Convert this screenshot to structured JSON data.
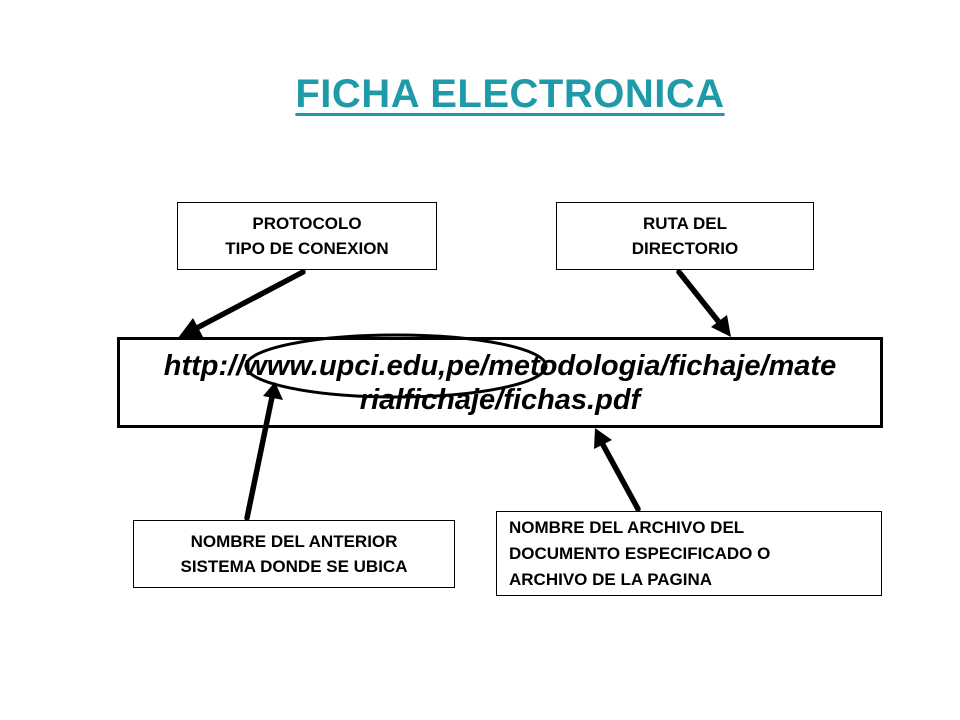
{
  "title": "FICHA ELECTRONICA",
  "url": {
    "line1": "http://www.upci.edu,pe/metodologia/fichaje/mate",
    "line2": "rialfichaje/fichas.pdf"
  },
  "labels": {
    "protocolo": {
      "line1": "PROTOCOLO",
      "line2": "TIPO DE CONEXION"
    },
    "ruta": {
      "line1": "RUTA DEL",
      "line2": "DIRECTORIO"
    },
    "sistema": {
      "line1": "NOMBRE DEL ANTERIOR",
      "line2": "SISTEMA DONDE SE UBICA"
    },
    "archivo": {
      "line1": "NOMBRE DEL ARCHIVO DEL",
      "line2": "DOCUMENTO ESPECIFICADO O",
      "line3": "ARCHIVO DE LA PAGINA"
    }
  },
  "colors": {
    "title": "#1f9aa8",
    "stroke": "#000000"
  }
}
